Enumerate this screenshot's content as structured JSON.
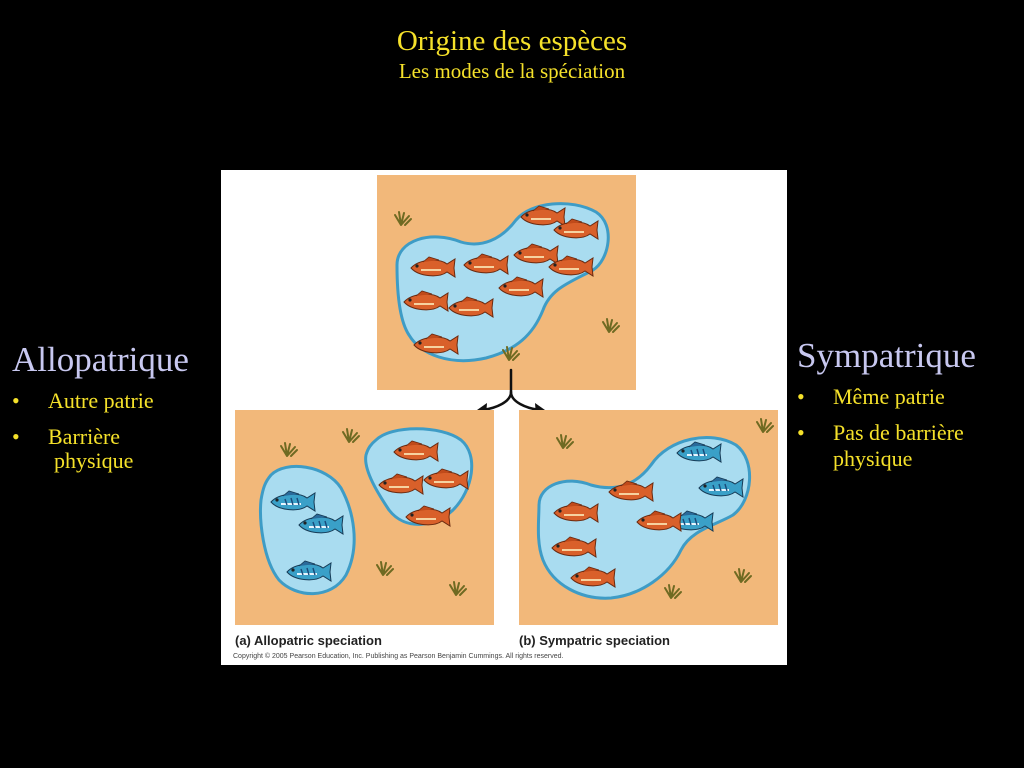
{
  "header": {
    "title": "Origine des espèces",
    "subtitle": "Les modes de la spéciation"
  },
  "left": {
    "heading": "Allopatrique",
    "items": [
      "Autre patrie",
      "Barrière"
    ],
    "continuation": "physique"
  },
  "right": {
    "heading": "Sympatrique",
    "items": [
      "Même patrie",
      "Pas de barrière physique"
    ]
  },
  "bullet": "•",
  "figure": {
    "label_a": "(a) Allopatric speciation",
    "label_b": "(b) Sympatric speciation",
    "copyright": "Copyright © 2005 Pearson Education, Inc. Publishing as Pearson Benjamin Cummings. All rights reserved."
  },
  "colors": {
    "title": "#f5e12a",
    "heading": "#c8c8f0",
    "sand": "#f2b87a",
    "water": "#a9dcf0",
    "orange_fish": "#d9602a",
    "blue_fish": "#3aa0c8"
  },
  "icons": [
    "fork-arrow-icon",
    "orange-fish-icon",
    "blue-fish-icon",
    "grass-icon"
  ]
}
